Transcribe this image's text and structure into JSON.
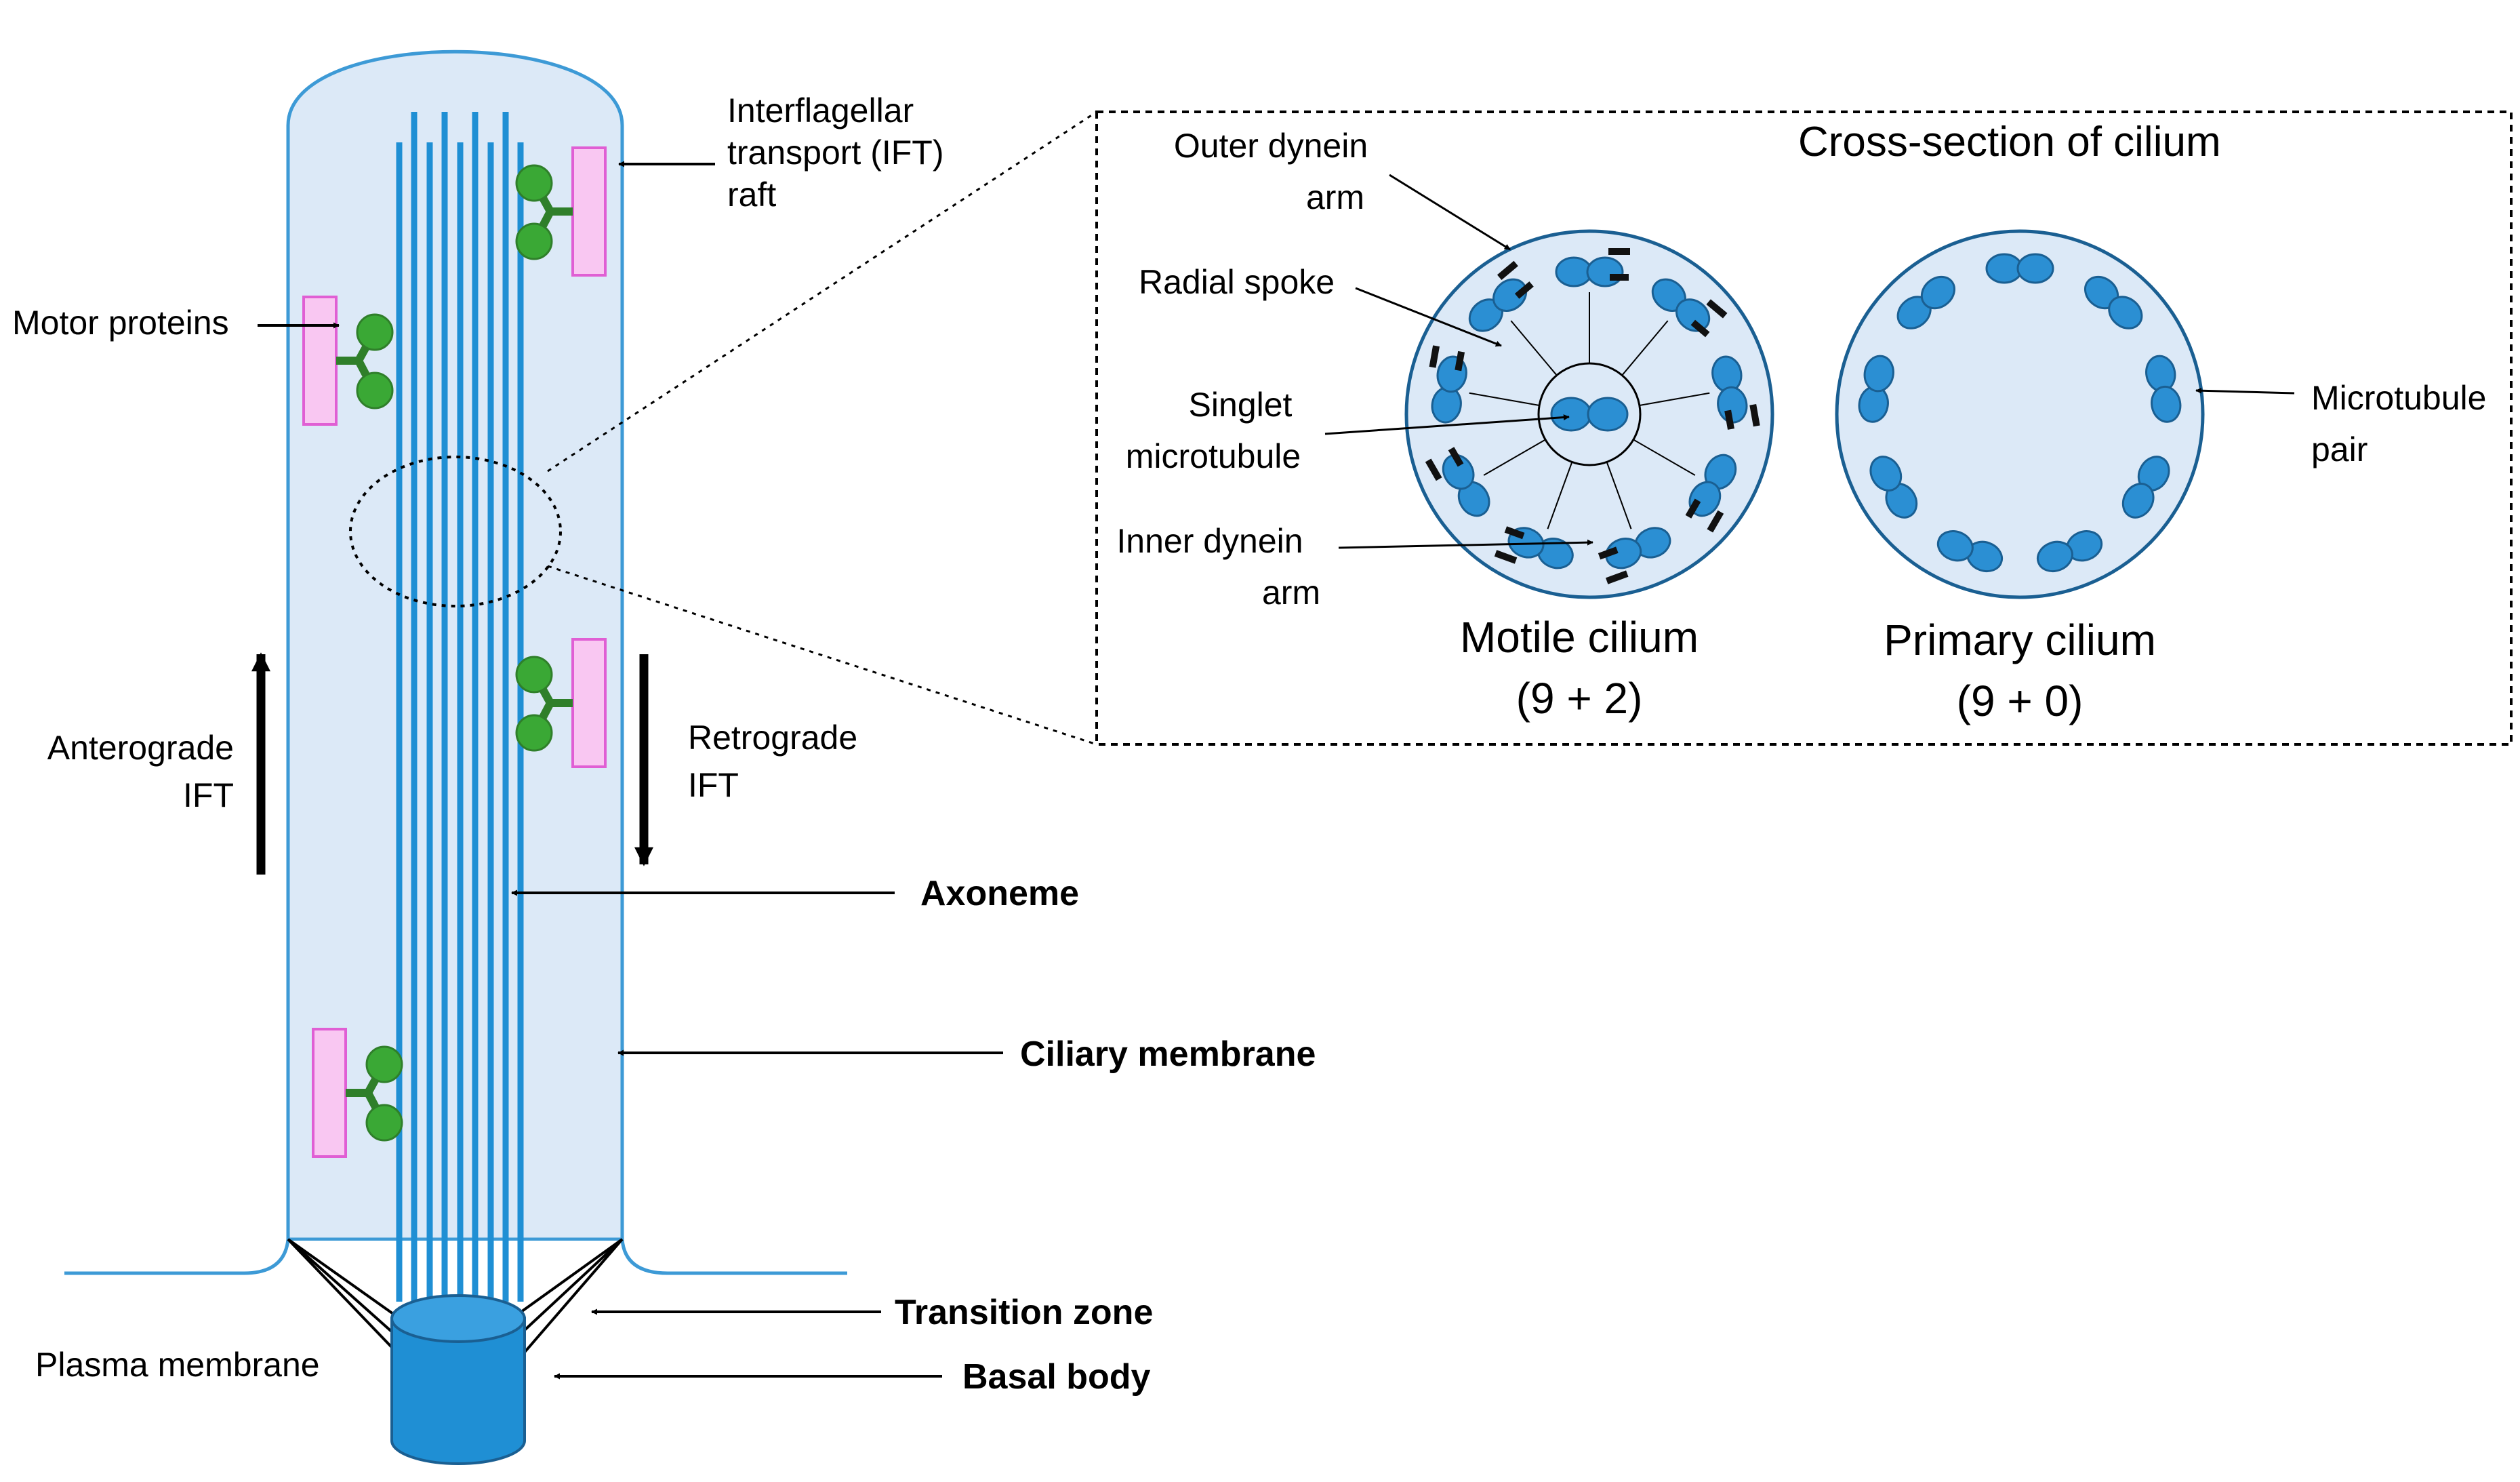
{
  "colors": {
    "membrane_fill": "#dce9f7",
    "membrane_stroke": "#3d9ad6",
    "axoneme": "#1f8fd4",
    "tubule": "#2b8fd3",
    "tubule_stroke": "#1a5f92",
    "raft_fill": "#f9c7f2",
    "raft_stroke": "#e05fd4",
    "motor_green": "#3aa835",
    "motor_dark": "#2f7f2a",
    "dynein": "#111111"
  },
  "labels": {
    "ift_raft": [
      "Interflagellar",
      "transport (IFT)",
      "raft"
    ],
    "motor_proteins": "Motor proteins",
    "anterograde": [
      "Anterograde",
      "IFT"
    ],
    "retrograde": [
      "Retrograde",
      "IFT"
    ],
    "axoneme": "Axoneme",
    "ciliary_membrane": "Ciliary membrane",
    "transition_zone": "Transition zone",
    "plasma_membrane": "Plasma membrane",
    "basal_body": "Basal body"
  },
  "inset": {
    "title": "Cross-section of cilium",
    "outer_dynein_arm": [
      "Outer dynein",
      "arm"
    ],
    "radial_spoke": "Radial spoke",
    "singlet_microtubule": [
      "Singlet",
      "microtubule"
    ],
    "inner_dynein_arm": [
      "Inner dynein",
      "arm"
    ],
    "microtubule_pair": [
      "Microtubule",
      "pair"
    ],
    "motile_cilium": [
      "Motile cilium",
      "(9 + 2)"
    ],
    "primary_cilium": [
      "Primary cilium",
      "(9 + 0)"
    ]
  }
}
